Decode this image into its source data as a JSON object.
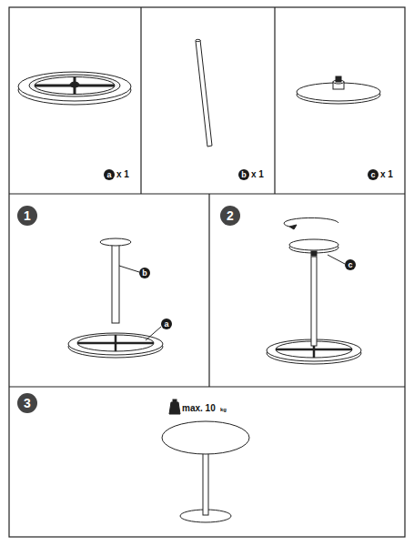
{
  "diagram": {
    "labels": [
      "a",
      "x 1",
      "b",
      "x 1",
      "c",
      "x 1",
      "1",
      "b",
      "a",
      "2",
      "c",
      "3",
      "max. 10",
      "kg"
    ]
  }
}
